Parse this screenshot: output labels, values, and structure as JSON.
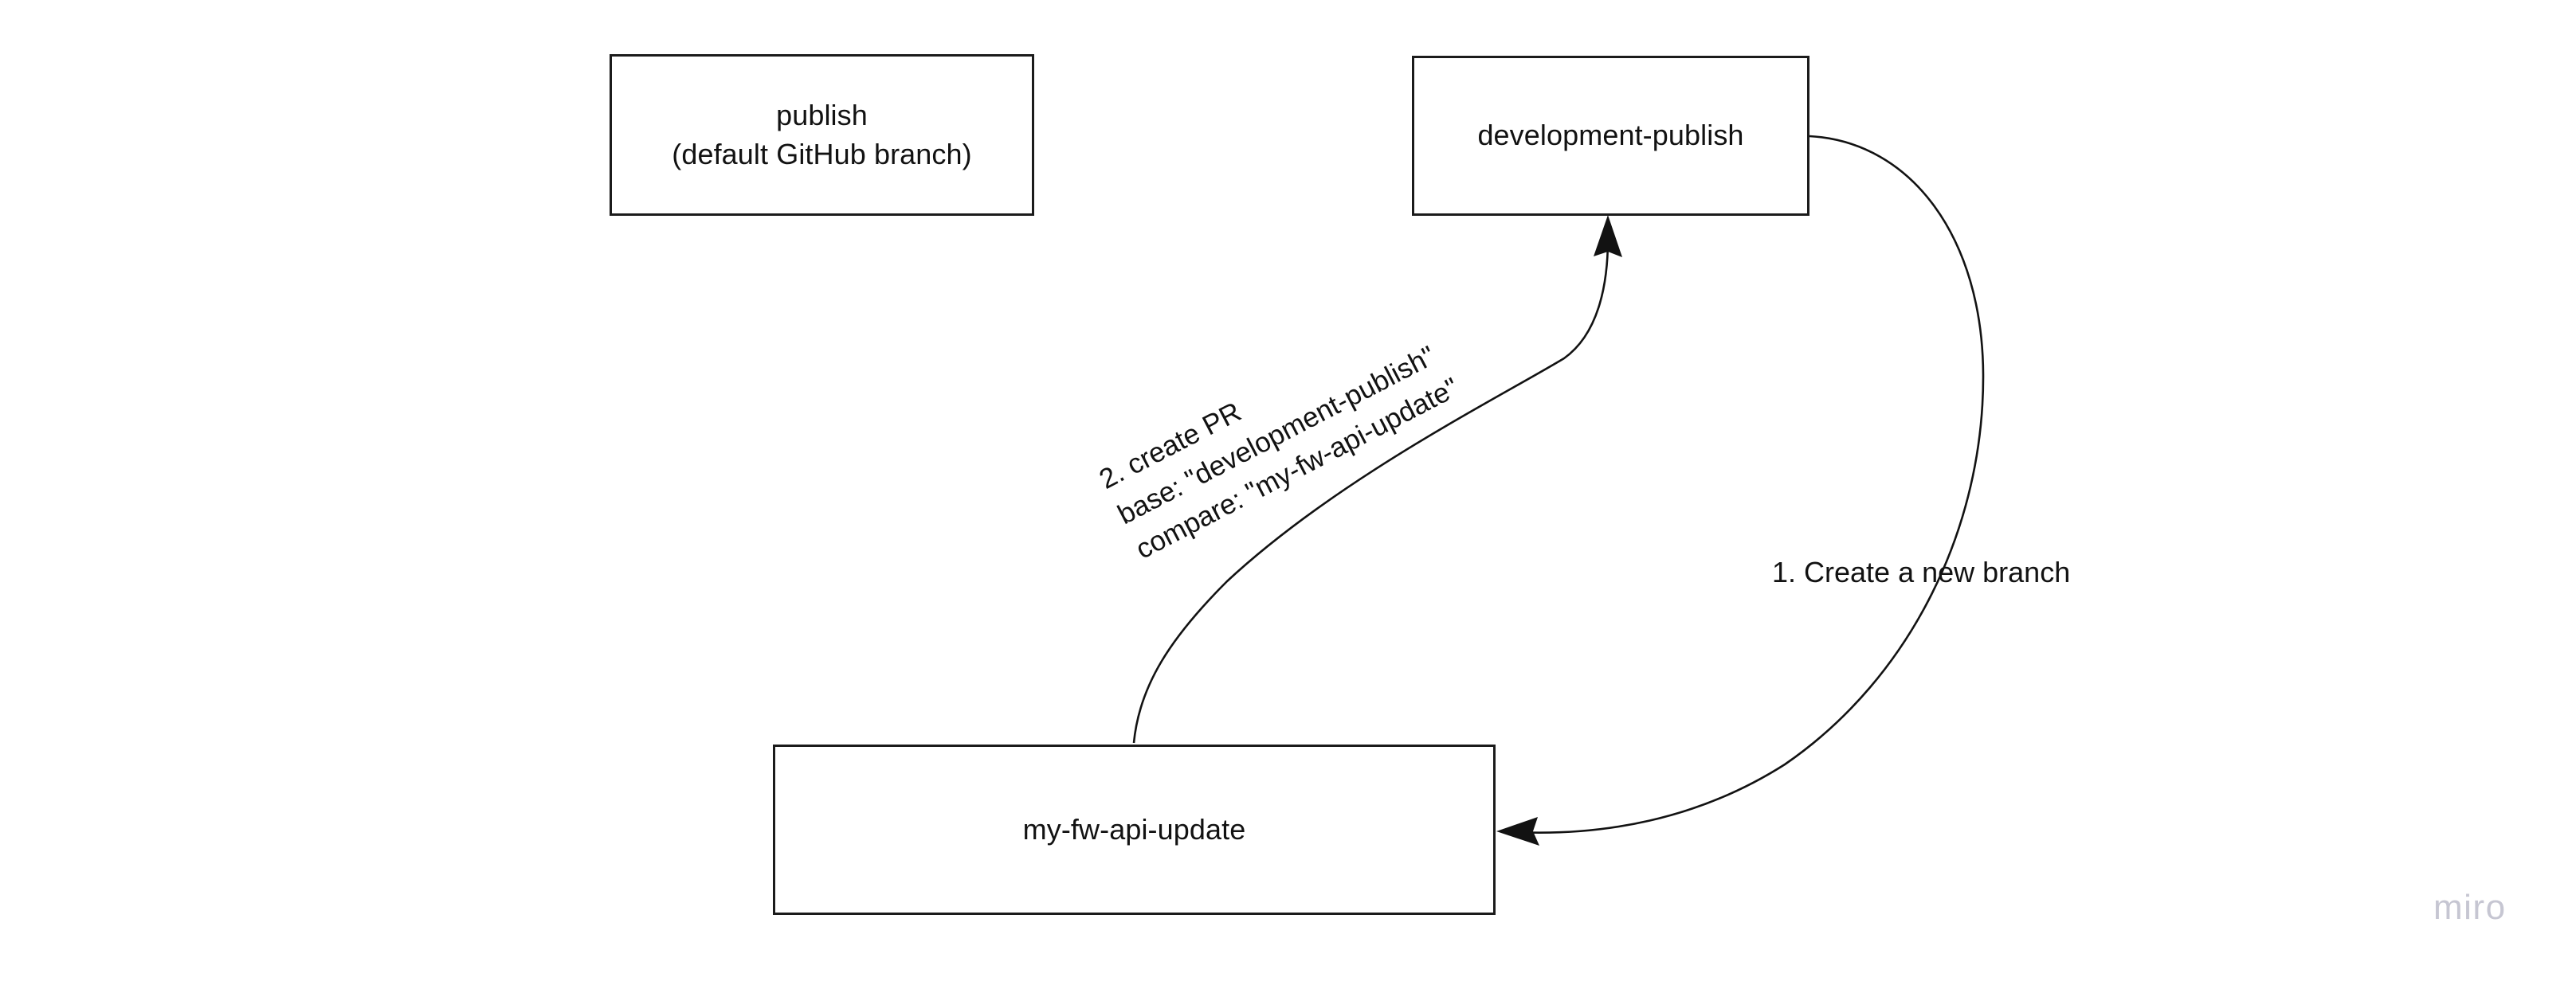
{
  "diagram": {
    "title": "GitHub branch and pull request workflow",
    "background_color": "#ffffff",
    "line_color": "#121212",
    "node_border_color": "#1b1b1b",
    "nodes": [
      {
        "id": "publish",
        "label": "publish\n(default GitHub branch)"
      },
      {
        "id": "development-publish",
        "label": "development-publish"
      },
      {
        "id": "my-fw-api-update",
        "label": "my-fw-api-update"
      }
    ],
    "edges": [
      {
        "id": "create-branch",
        "from": "development-publish",
        "to": "my-fw-api-update",
        "label": "1. Create a new branch"
      },
      {
        "id": "create-pr",
        "from": "my-fw-api-update",
        "to": "development-publish",
        "label": "2. create PR\nbase: \"development-publish\"\ncompare: \"my-fw-api-update\""
      }
    ]
  },
  "watermark": {
    "text": "miro",
    "color": "#c6c6d2"
  }
}
